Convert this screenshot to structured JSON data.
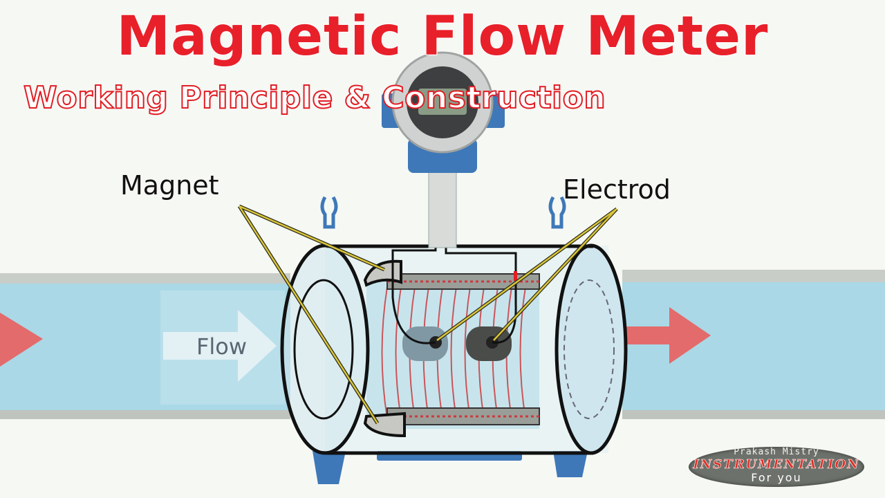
{
  "title": "Magnetic Flow Meter",
  "subtitle": "Working Principle & Construction",
  "labels": {
    "magnet": "Magnet",
    "electrode": "Electrod",
    "flow": "Flow"
  },
  "watermark": {
    "author": "Prakash Mistry",
    "brand": "INSTRUMENTATION",
    "tagline": "For you"
  },
  "colors": {
    "title_red": "#e8202a",
    "pipe_blue": "#aad8e6",
    "arrow_red": "#e36b6c",
    "transmitter_blue": "#3e78b8",
    "pointer_yellow": "#d9c53a"
  },
  "icons": [
    "flow-arrow-icon",
    "transmitter-icon",
    "lifting-eye-icon"
  ]
}
